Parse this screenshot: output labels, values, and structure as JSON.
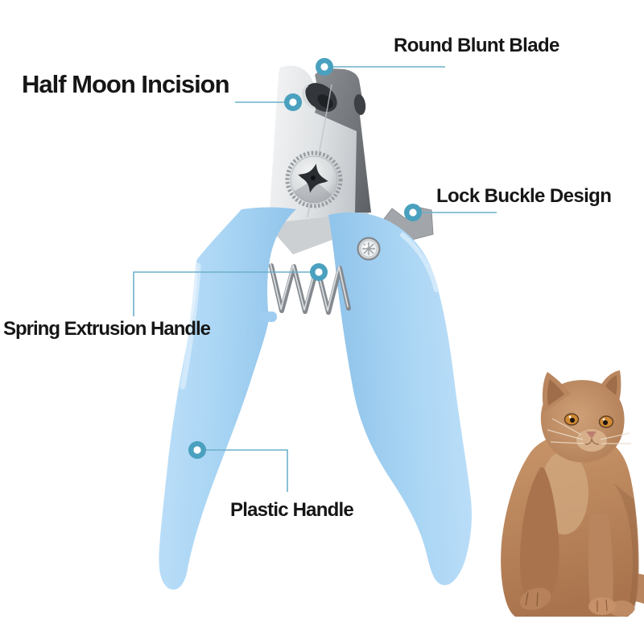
{
  "labels": {
    "half_moon_incision": "Half Moon Incision",
    "round_blunt_blade": "Round Blunt Blade",
    "lock_buckle_design": "Lock Buckle Design",
    "spring_extrusion_handle": "Spring Extrusion Handle",
    "plastic_handle": "Plastic Handle"
  },
  "colors": {
    "background": "#ffffff",
    "callout_dot_teal": "#4aa0bf",
    "callout_line_teal": "#6cb0ca",
    "handle_blue": "#a9d5f4",
    "steel_light": "#e3e6e8",
    "steel_dark": "#65696d",
    "cat_fur_brown": "#bd8a63",
    "label_text": "#161616"
  }
}
